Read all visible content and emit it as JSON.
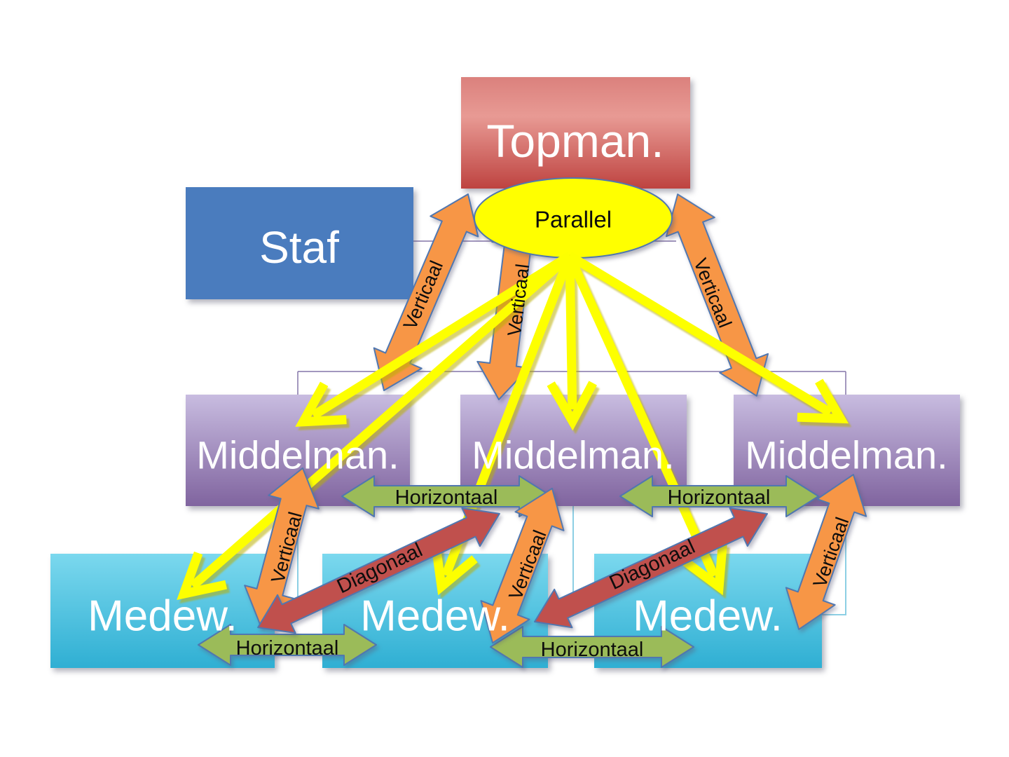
{
  "nodes": {
    "topman": {
      "label": "Topman."
    },
    "staf": {
      "label": "Staf"
    },
    "parallel": {
      "label": "Parallel"
    },
    "middelman": [
      "Middelman.",
      "Middelman.",
      "Middelman."
    ],
    "medew": [
      "Medew.",
      "Medew.",
      "Medew."
    ]
  },
  "edge_labels": {
    "verticaal_top_left": "Verticaal",
    "verticaal_top_center": "Verticaal",
    "verticaal_top_right": "Verticaal",
    "verticaal_mid_left": "Verticaal",
    "verticaal_mid_center": "Verticaal",
    "verticaal_mid_right": "Verticaal",
    "horizontaal_mid_left": "Horizontaal",
    "horizontaal_mid_right": "Horizontaal",
    "horizontaal_bottom_left": "Horizontaal",
    "horizontaal_bottom_right": "Horizontaal",
    "diagonaal_left": "Diagonaal",
    "diagonaal_right": "Diagonaal"
  },
  "colors": {
    "topman_red": "#C0504D",
    "staf_blue": "#4A7CBE",
    "middelman_purple": "#8064A2",
    "medew_cyan": "#4BACC6",
    "verticaal_orange": "#F79646",
    "horizontaal_green": "#9BBB59",
    "diagonaal_red": "#C0504D",
    "parallel_yellow": "#FFFF00",
    "shape_outline": "#5077B0",
    "org_line_purple": "#8475A8",
    "org_line_cyan": "#8CCFE4",
    "background": "#FFFFFF"
  }
}
